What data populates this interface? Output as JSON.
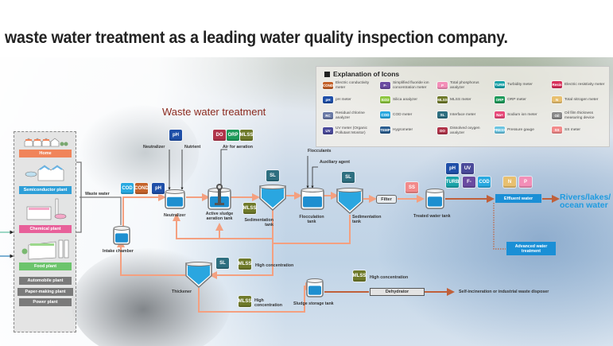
{
  "headline": "waste water treatment as a leading water quality inspection company.",
  "diagram_title": "Waste water treatment",
  "legend": {
    "title": "Explanation of Icons",
    "items": [
      {
        "code": "COND",
        "label": "Electric conductivity meter",
        "color": "#c4622a",
        "icon": "cond-icon"
      },
      {
        "code": "pH",
        "label": "pH meter",
        "color": "#1f4fa8",
        "icon": "ph-icon"
      },
      {
        "code": "RC",
        "label": "Residual chlorine analyzer",
        "color": "#6a7aa6",
        "icon": "rc-icon"
      },
      {
        "code": "UV",
        "label": "UV meter (Organic Pollutant Monitor)",
        "color": "#4a4a9a",
        "icon": "uv-icon"
      },
      {
        "code": "F-",
        "label": "Simplified fluoride ion concentration meter",
        "color": "#6a4aa0",
        "icon": "fluoride-icon"
      },
      {
        "code": "SiO2",
        "label": "Silica analyzer",
        "color": "#8cc63f",
        "icon": "silica-icon"
      },
      {
        "code": "COD",
        "label": "COD meter",
        "color": "#29a9e0",
        "icon": "cod-icon"
      },
      {
        "code": "TEMP",
        "label": "Hygrometer",
        "color": "#2a5d8f",
        "icon": "temp-icon"
      },
      {
        "code": "P",
        "label": "Total phosphorus analyzer",
        "color": "#f38fb8",
        "icon": "phosphorus-icon"
      },
      {
        "code": "MLSS",
        "label": "MLSS meter",
        "color": "#6f7a2a",
        "icon": "mlss-icon"
      },
      {
        "code": "SL",
        "label": "Interface meter",
        "color": "#2e6f80",
        "icon": "sl-icon"
      },
      {
        "code": "DO",
        "label": "Dissolved oxygen analyzer",
        "color": "#b0344a",
        "icon": "do-icon"
      },
      {
        "code": "TURB",
        "label": "Turbidity meter",
        "color": "#1aa3a8",
        "icon": "turb-icon"
      },
      {
        "code": "ORP",
        "label": "ORP meter",
        "color": "#1e9a5a",
        "icon": "orp-icon"
      },
      {
        "code": "Na+",
        "label": "Sodium ion meter",
        "color": "#e84a7a",
        "icon": "sodium-icon"
      },
      {
        "code": "PRESS",
        "label": "Pressure gauge",
        "color": "#6cc4e0",
        "icon": "press-icon"
      },
      {
        "code": "Resis",
        "label": "Electric resistivity meter",
        "color": "#d8305a",
        "icon": "resis-icon"
      },
      {
        "code": "N",
        "label": "Total nitrogen meter",
        "color": "#e8c070",
        "icon": "nitrogen-icon"
      },
      {
        "code": "Oil",
        "label": "Oil film thickness measuring device",
        "color": "#8a8a8a",
        "icon": "oil-icon"
      },
      {
        "code": "SS",
        "label": "SS meter",
        "color": "#f28a8a",
        "icon": "ss-icon"
      }
    ]
  },
  "sources": [
    {
      "label": "Home",
      "color": "#f0845a"
    },
    {
      "label": "Semiconductor plant",
      "color": "#2e9fd8"
    },
    {
      "label": "Chemical plant",
      "color": "#e8609a"
    },
    {
      "label": "Food plant",
      "color": "#6cc46c"
    },
    {
      "label": "Automobile plant",
      "color": "#7a7a7a"
    },
    {
      "label": "Paper-making plant",
      "color": "#7a7a7a"
    },
    {
      "label": "Power plant",
      "color": "#7a7a7a"
    }
  ],
  "flow": {
    "waste_water": "Waste water",
    "neutralizer_in": "Neutralizer",
    "nutrient": "Nutrient",
    "air": "Air for aeration",
    "flocculants": "Flocculants",
    "auxiliary": "Auxiliary agent",
    "intake": "Intake chamber",
    "neutralizer": "Neutralizer",
    "aeration": "Active sludge aeration tank",
    "sed1": "Sedimentation tank",
    "floc": "Flocculation tank",
    "sed2": "Sedimentation tank",
    "filter": "Filter",
    "treated": "Treated water tank",
    "effluent": "Effluent water",
    "rivers": "Rivers/lakes/ ocean water",
    "advanced": "Advanced water treatment",
    "thickener": "Thickener",
    "high1": "High concentration",
    "high2": "High concentration",
    "high3": "High concentration",
    "storage": "Sludge storage tank",
    "dehydrator": "Dehydrator",
    "disposal": "Self-incineration or industrial waste disposer"
  },
  "icons": {
    "ph": "pH",
    "do": "DO",
    "orp": "ORP",
    "mlss": "MLSS",
    "cod": "COD",
    "cond": "COND",
    "sl": "SL",
    "ss": "SS",
    "uv": "UV",
    "turb": "TURB",
    "f": "F-",
    "n": "N",
    "p": "P"
  }
}
